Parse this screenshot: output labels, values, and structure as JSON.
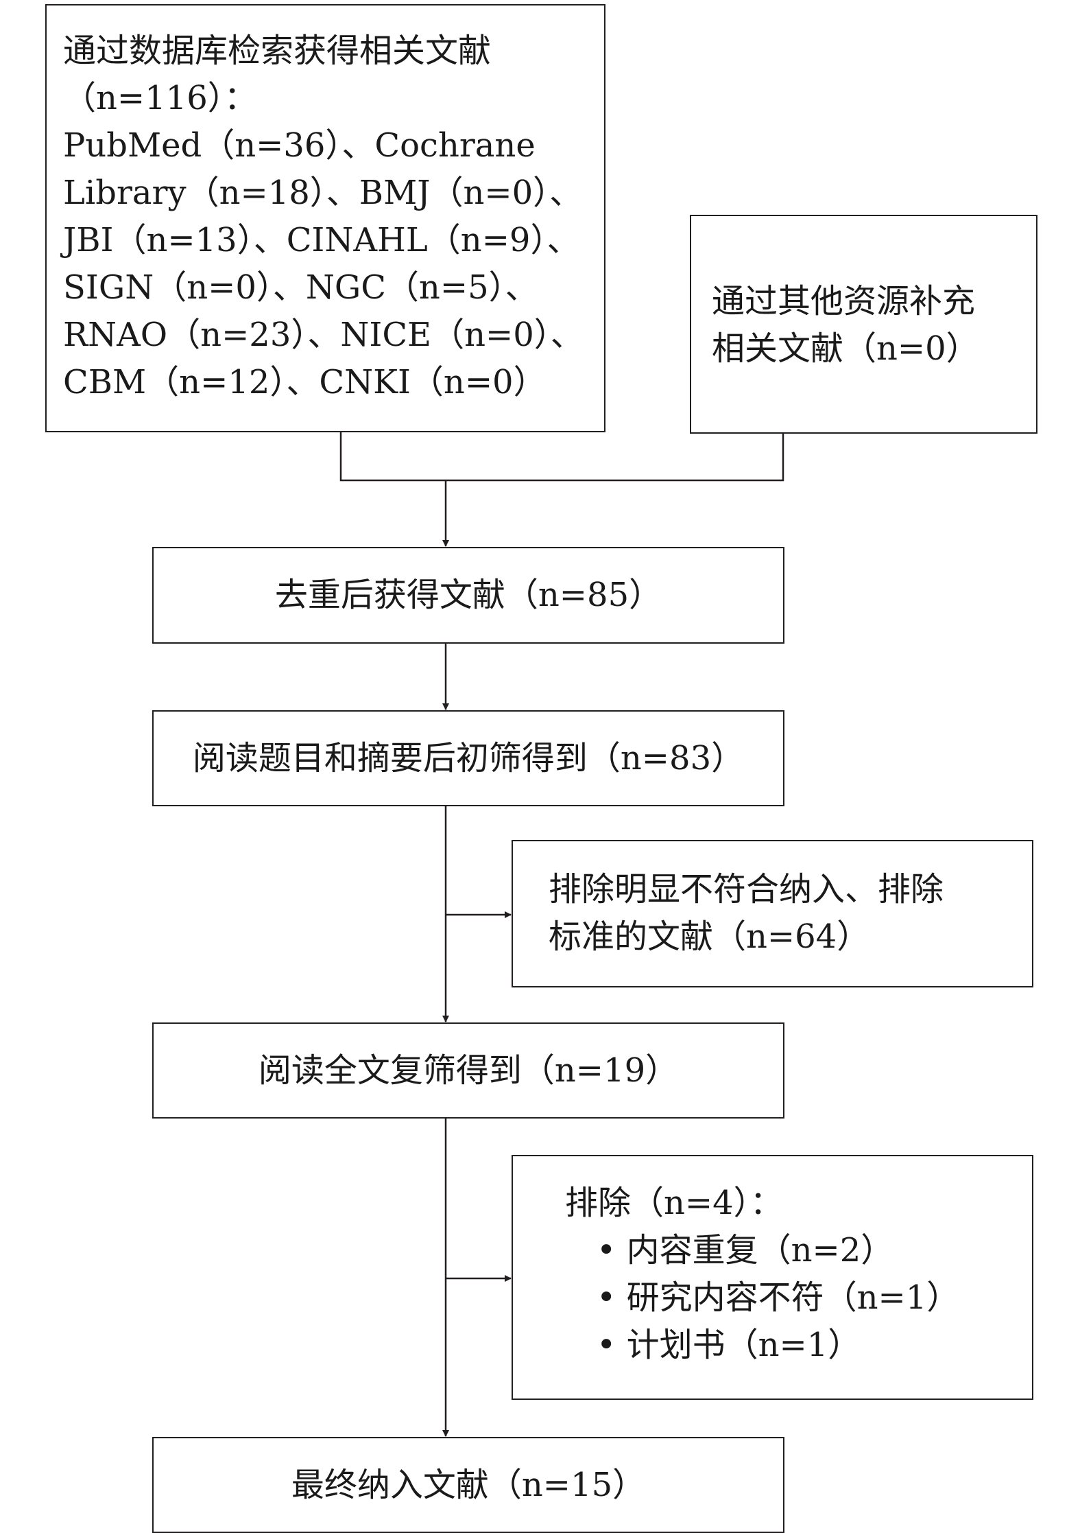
{
  "boxes": {
    "sources": {
      "lines": [
        "通过数据库检索获得相关文献",
        "（n=116）：",
        "PubMed（n=36）、Cochrane",
        "Library（n=18）、BMJ（n=0）、",
        "JBI（n=13）、CINAHL（n=9）、",
        "SIGN（n=0）、NGC（n=5）、",
        "RNAO（n=23）、NICE（n=0）、",
        "CBM（n=12）、CNKI（n=0）"
      ]
    },
    "other": {
      "lines": [
        "通过其他资源补充",
        "相关文献（n=0）"
      ]
    },
    "dedup": {
      "text": "去重后获得文献（n=85）"
    },
    "screen": {
      "text": "阅读题目和摘要后初筛得到（n=83）"
    },
    "exclude1": {
      "lines": [
        "排除明显不符合纳入、排除",
        "标准的文献（n=64）"
      ]
    },
    "fulltext": {
      "text": "阅读全文复筛得到（n=19）"
    },
    "exclude2": {
      "title": "排除（n=4）：",
      "items": [
        "• 内容重复（n=2）",
        "• 研究内容不符（n=1）",
        "• 计划书（n=1）"
      ]
    },
    "final": {
      "text": "最终纳入文献（n=15）"
    }
  }
}
